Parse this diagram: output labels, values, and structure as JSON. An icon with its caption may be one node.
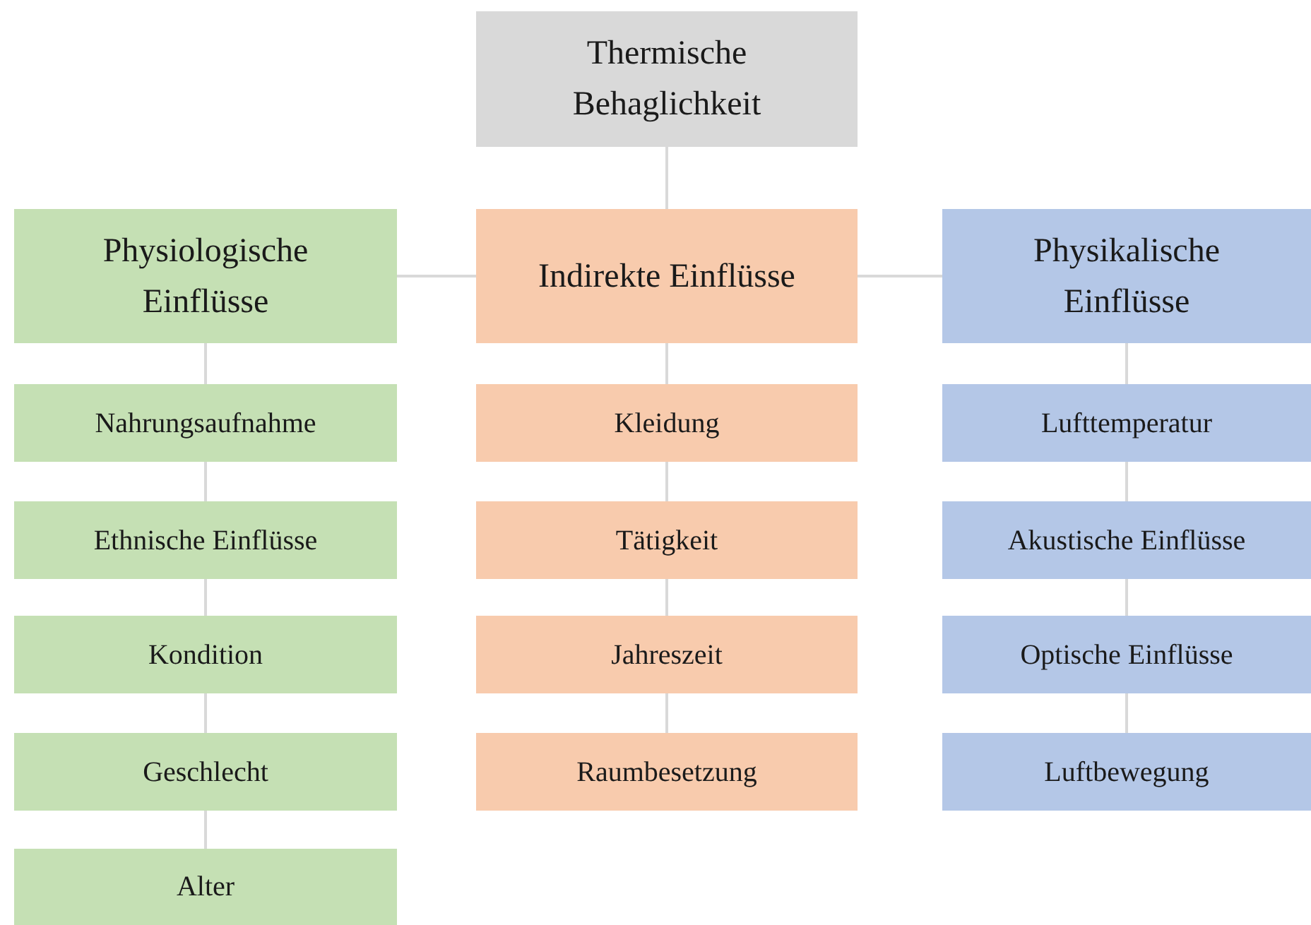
{
  "diagram": {
    "nodes": [
      {
        "text": [
          "Thermische Behaglichkeit"
        ]
      },
      {
        "text": [
          "Physiologische Einflüsse"
        ]
      },
      {
        "text": [
          "Indirekte Einflüsse"
        ]
      },
      {
        "text": [
          "Physikalische Einflüsse"
        ]
      },
      {
        "text": [
          "Nahrungsaufnahme"
        ]
      },
      {
        "text": [
          "Kleidung"
        ]
      },
      {
        "text": [
          "Lufttemperatur"
        ]
      },
      {
        "text": [
          "Ethnische Einflüsse"
        ]
      },
      {
        "text": [
          "Tätigkeit"
        ]
      },
      {
        "text": [
          "Akustische Einflüsse"
        ]
      },
      {
        "text": [
          "Kondition"
        ]
      },
      {
        "text": [
          "Jahreszeit"
        ]
      },
      {
        "text": [
          "Optische Einflüsse"
        ]
      },
      {
        "text": [
          "Geschlecht"
        ]
      },
      {
        "text": [
          "Raumbesetzung"
        ]
      },
      {
        "text": [
          "Luftbewegung"
        ]
      },
      {
        "text": [
          "Alter"
        ]
      }
    ],
    "edges": [
      {
        "from": 0,
        "to": 2,
        "arrow": "none"
      },
      {
        "from": 2,
        "to": 1,
        "arrow": "none"
      },
      {
        "from": 2,
        "to": 3,
        "arrow": "none"
      },
      {
        "from": 1,
        "to": 4,
        "arrow": "none"
      },
      {
        "from": 4,
        "to": 7,
        "arrow": "none"
      },
      {
        "from": 7,
        "to": 10,
        "arrow": "none"
      },
      {
        "from": 10,
        "to": 13,
        "arrow": "none"
      },
      {
        "from": 13,
        "to": 16,
        "arrow": "none"
      },
      {
        "from": 2,
        "to": 5,
        "arrow": "none"
      },
      {
        "from": 5,
        "to": 8,
        "arrow": "none"
      },
      {
        "from": 8,
        "to": 11,
        "arrow": "none"
      },
      {
        "from": 11,
        "to": 14,
        "arrow": "none"
      },
      {
        "from": 3,
        "to": 6,
        "arrow": "none"
      },
      {
        "from": 6,
        "to": 9,
        "arrow": "none"
      },
      {
        "from": 9,
        "to": 12,
        "arrow": "none"
      },
      {
        "from": 12,
        "to": 15,
        "arrow": "none"
      }
    ]
  }
}
